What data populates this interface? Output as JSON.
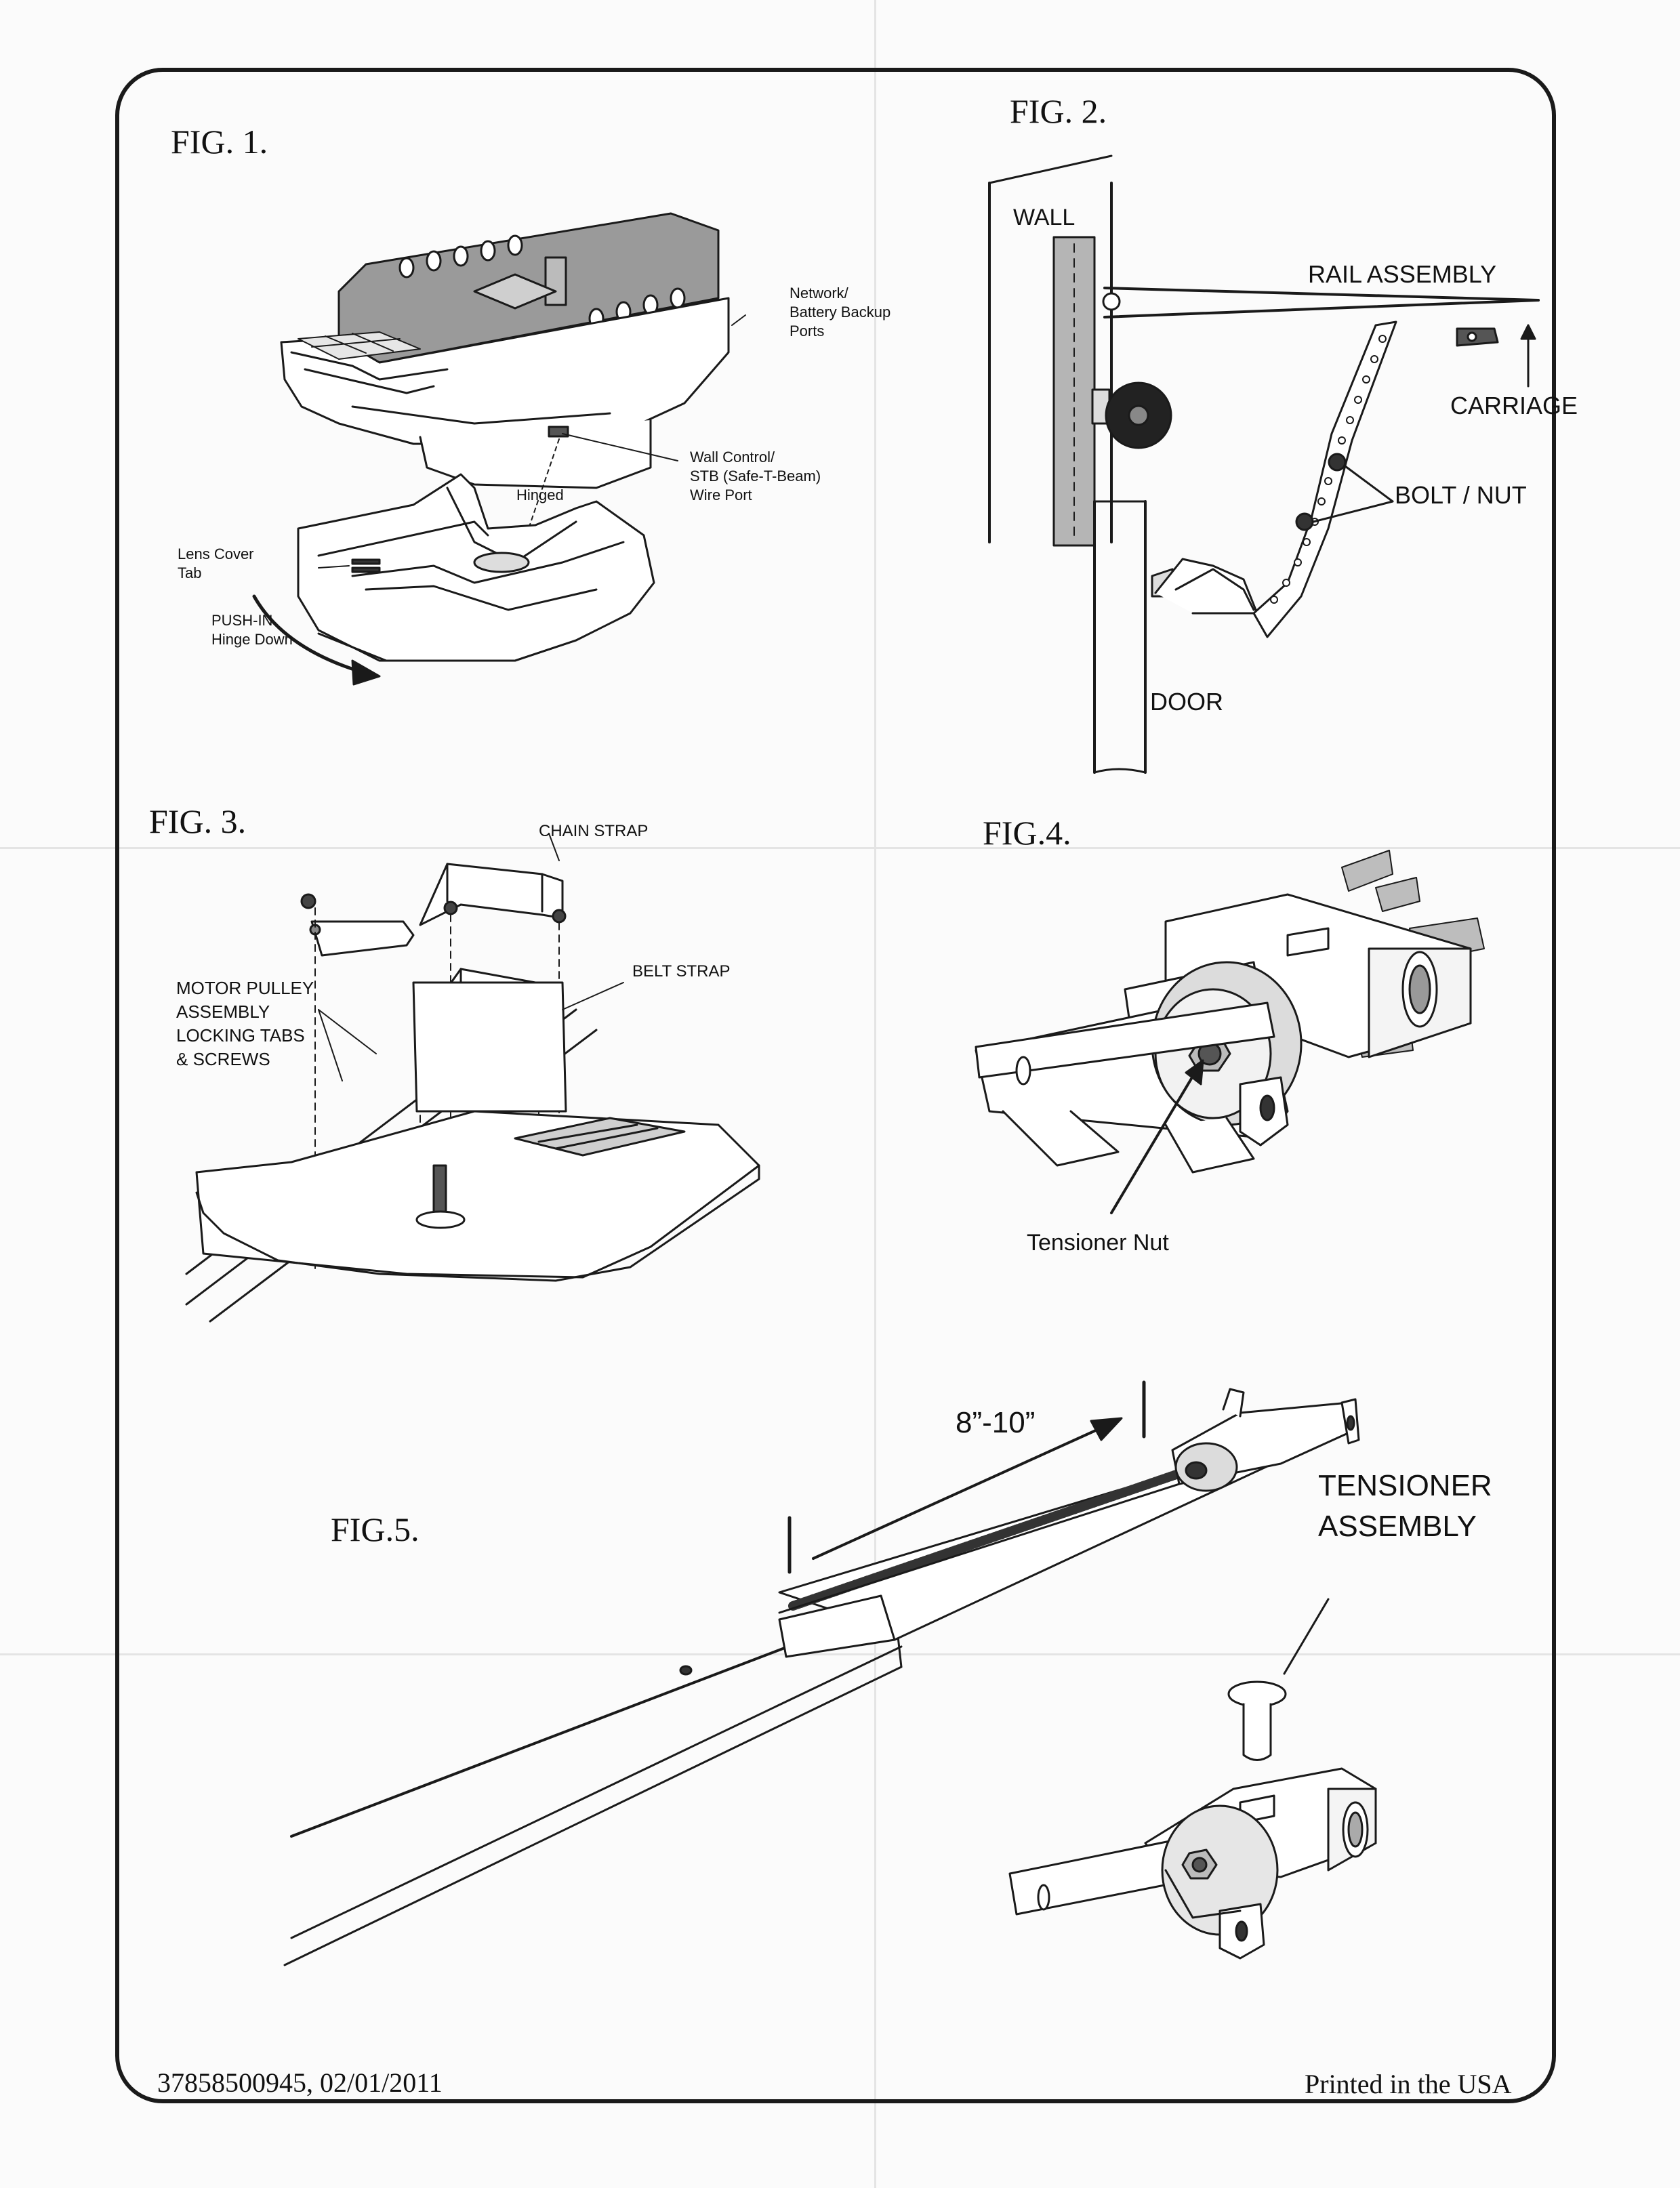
{
  "fig1": {
    "title": "FIG. 1.",
    "label_ports_1": "Network/",
    "label_ports_2": "Battery Backup",
    "label_ports_3": "Ports",
    "label_wire_1": "Wall Control/",
    "label_wire_2": "STB (Safe-T-Beam)",
    "label_wire_3": "Wire Port",
    "label_hinged": "Hinged",
    "label_lens_1": "Lens Cover",
    "label_lens_2": "Tab",
    "label_push_1": "PUSH-IN",
    "label_push_2": "Hinge Down"
  },
  "fig2": {
    "title": "FIG. 2.",
    "label_wall": "WALL",
    "label_rail": "RAIL ASSEMBLY",
    "label_carriage": "CARRIAGE",
    "label_bolt": "BOLT / NUT",
    "label_door": "DOOR"
  },
  "fig3": {
    "title": "FIG. 3.",
    "label_chain": "CHAIN STRAP",
    "label_belt": "BELT STRAP",
    "label_motor_1": "MOTOR PULLEY",
    "label_motor_2": "ASSEMBLY",
    "label_motor_3": "LOCKING TABS",
    "label_motor_4": "& SCREWS"
  },
  "fig4": {
    "title": "FIG.4.",
    "label_nut": "Tensioner Nut"
  },
  "fig5": {
    "title": "FIG.5.",
    "label_distance": "8”-10”",
    "label_tensioner_1": "TENSIONER",
    "label_tensioner_2": "ASSEMBLY"
  },
  "footer": {
    "doc_code": "37858500945, 02/01/2011",
    "printed": "Printed in the USA"
  }
}
